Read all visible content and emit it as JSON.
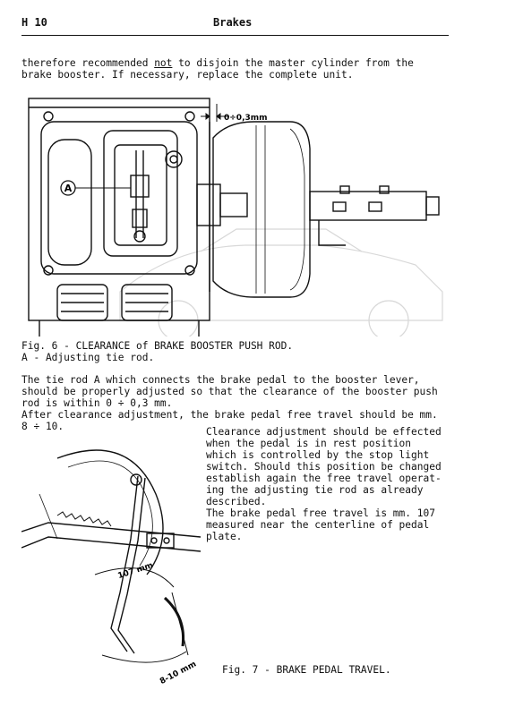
{
  "header": {
    "code": "H 10",
    "title": "Brakes"
  },
  "intro": {
    "line1_pre": "therefore recommended ",
    "line1_em": "not",
    "line1_post": " to disjoin the master cylinder from the",
    "line2": "brake booster. If necessary, replace the complete unit."
  },
  "figure6": {
    "dimension_label": "0÷0,3mm",
    "callout_label": "A",
    "caption_title": "Fig. 6 - CLEARANCE of BRAKE BOOSTER PUSH ROD.",
    "caption_sub": "A - Adjusting tie rod."
  },
  "paragraph1": [
    "The tie rod A which connects the brake pedal to the booster lever,",
    "should be properly adjusted so that the clearance of the booster push",
    "rod is within 0 ÷ 0,3 mm.",
    "After clearance adjustment, the brake pedal free travel should be mm.",
    "8 ÷ 10."
  ],
  "paragraph2": [
    "Clearance adjustment should be effected",
    "when the pedal is in rest position",
    "which is controlled by the stop light",
    "switch. Should this position be changed",
    "establish again the free travel operat-",
    "ing the adjusting tie rod as already",
    "described.",
    "The brake pedal free travel is mm. 107",
    "measured near the centerline of pedal",
    "plate."
  ],
  "figure7": {
    "label_107": "107 mm",
    "label_8_10": "8-10 mm",
    "caption": "Fig. 7 - BRAKE PEDAL TRAVEL."
  }
}
